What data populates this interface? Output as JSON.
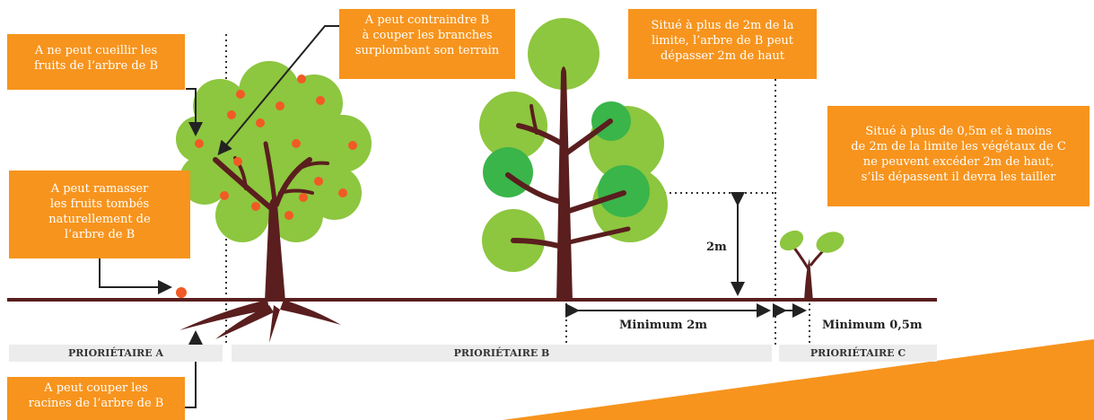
{
  "colors": {
    "accent": "#f7941d",
    "trunk": "#5a1e1e",
    "leaf_light": "#8dc63f",
    "leaf_dark": "#39b54a",
    "fruit": "#f15a24"
  },
  "callouts": {
    "cannot_pick": "A ne peut cueillir les\nfruits de l’arbre de B",
    "can_force_cut": "A peut contraindre B\nà couper les branches\nsurplombant son terrain",
    "tree_b_height": "Situé à plus de 2m de la\nlimite, l’arbre de B peut\ndépasser 2m de haut",
    "plants_c": "Situé à plus de 0,5m et à moins\nde 2m de la limite les végétaux de C\nne peuvent excéder 2m de haut,\ns’ils dépassent il devra les tailler",
    "can_collect": "A peut ramasser\nles fruits tombés\nnaturellement de\nl’arbre de B",
    "can_cut_roots": "A peut couper les\nracines de l’arbre de B"
  },
  "dimensions": {
    "height_2m": "2m",
    "min_2m": "Minimum 2m",
    "min_05m": "Minimum 0,5m"
  },
  "zones": {
    "a": "PRIORIÉTAIRE A",
    "b": "PRIORIÉTAIRE B",
    "c": "PRIORIÉTAIRE C"
  }
}
